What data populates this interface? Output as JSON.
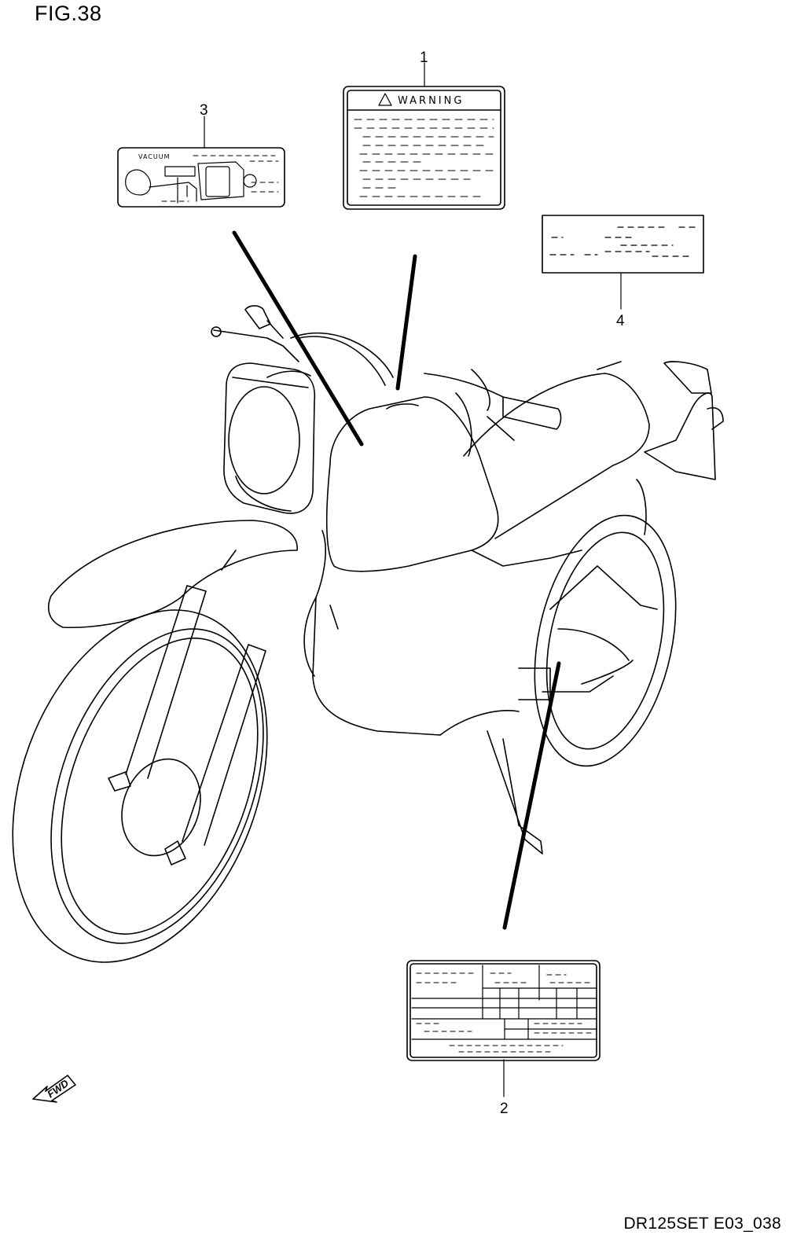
{
  "figure": {
    "title": "FIG.38",
    "code": "DR125SET E03_038"
  },
  "labels": [
    {
      "number": "1",
      "text": "WARNING"
    },
    {
      "number": "2"
    },
    {
      "number": "3",
      "text": "VACUUM"
    },
    {
      "number": "4"
    }
  ],
  "direction_marker": {
    "text": "FWD",
    "icon": "arrow-left-icon"
  }
}
